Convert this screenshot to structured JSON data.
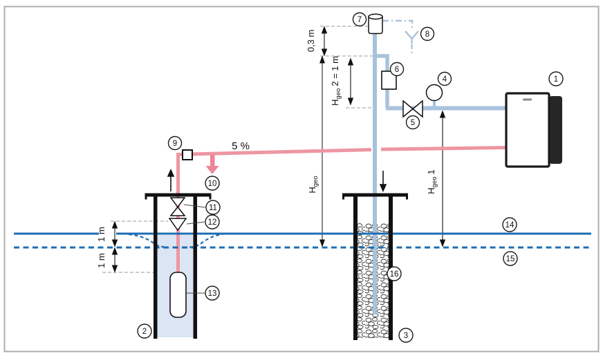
{
  "callouts": {
    "c1": "1",
    "c2": "2",
    "c3": "3",
    "c4": "4",
    "c5": "5",
    "c6": "6",
    "c7": "7",
    "c8": "8",
    "c9": "9",
    "c10": "10",
    "c11": "11",
    "c12": "12",
    "c13": "13",
    "c14": "14",
    "c15": "15",
    "c16": "16"
  },
  "dim": {
    "offset": {
      "label": "0,3 m"
    },
    "hgeo2": {
      "main": "H",
      "sub": "geo",
      "rest": "2 = 1 m"
    },
    "hgeo": {
      "main": "H",
      "sub": "geo"
    },
    "hgeo1": {
      "main": "H",
      "sub": "geo",
      "rest": "1"
    },
    "slope": "5 %",
    "depth1": "1 m",
    "depth2": "1 m"
  },
  "colors": {
    "pipe_cold": "#a8c2dc",
    "pipe_warm": "#ee96a2",
    "arrow_warm": "#ec8595",
    "groundwater_line": "#1e6cb4",
    "water_fill": "#dbe5f4",
    "structure": "#111111",
    "panel_dark": "#262626"
  }
}
